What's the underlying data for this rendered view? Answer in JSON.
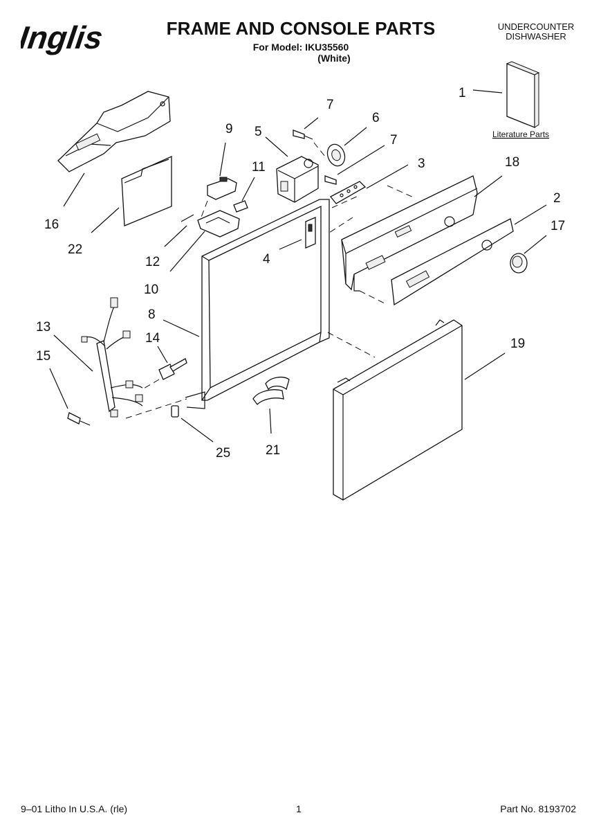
{
  "header": {
    "brand": "Inglis",
    "title": "FRAME AND CONSOLE PARTS",
    "model_line": "For Model: IKU35560",
    "color_line": "(White)",
    "appliance_line1": "UNDERCOUNTER",
    "appliance_line2": "DISHWASHER"
  },
  "literature_label": "Literature Parts",
  "callouts": {
    "c1": "1",
    "c2": "2",
    "c3": "3",
    "c4": "4",
    "c5": "5",
    "c6": "6",
    "c7a": "7",
    "c7b": "7",
    "c8": "8",
    "c9": "9",
    "c10": "10",
    "c11": "11",
    "c12": "12",
    "c13": "13",
    "c14": "14",
    "c15": "15",
    "c16": "16",
    "c17": "17",
    "c18": "18",
    "c19": "19",
    "c21": "21",
    "c22": "22",
    "c25": "25"
  },
  "footer": {
    "left": "9–01 Litho In U.S.A. (rle)",
    "center": "1",
    "right": "Part No. 8193702"
  }
}
